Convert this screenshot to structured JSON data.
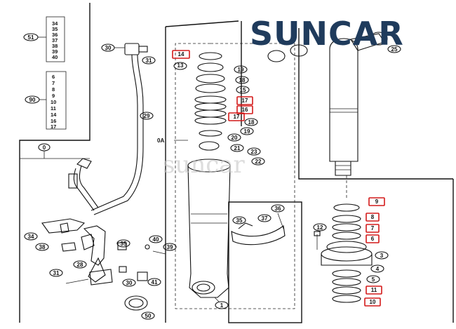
{
  "brand": {
    "logo_text": "SUNCAR",
    "watermark": "suncar"
  },
  "colors": {
    "brand": "#1f3b5c",
    "highlight": "#d41a1a",
    "line": "#111111"
  },
  "list_51": {
    "ref": "51",
    "items": [
      "34",
      "35",
      "36",
      "37",
      "38",
      "39",
      "40"
    ]
  },
  "list_90": {
    "ref": "90",
    "items": [
      "6",
      "7",
      "8",
      "9",
      "10",
      "11",
      "14",
      "16",
      "17"
    ]
  },
  "labels": {
    "l0": "0",
    "l0a": "0A",
    "l1": "1",
    "l3": "3",
    "l4": "4",
    "l5": "5",
    "l6": "6",
    "l7": "7",
    "l8": "8",
    "l9": "9",
    "l10": "10",
    "l11": "11",
    "l12": "12",
    "l13": "13",
    "l14": "14",
    "l15": "15",
    "l16": "16",
    "l17a": "17",
    "l17b": "17",
    "l18a": "18",
    "l18b": "18",
    "l19a": "19",
    "l19b": "19",
    "l20": "20",
    "l21": "21",
    "l22": "22",
    "l23": "23",
    "l25": "25",
    "l28": "28",
    "l29": "29",
    "l30a": "30",
    "l30b": "30",
    "l31a": "31",
    "l31b": "31",
    "l34": "34",
    "l35a": "35",
    "l35b": "35",
    "l36": "36",
    "l37": "37",
    "l38": "38",
    "l39": "39",
    "l40": "40",
    "l41": "41",
    "l50": "50"
  }
}
